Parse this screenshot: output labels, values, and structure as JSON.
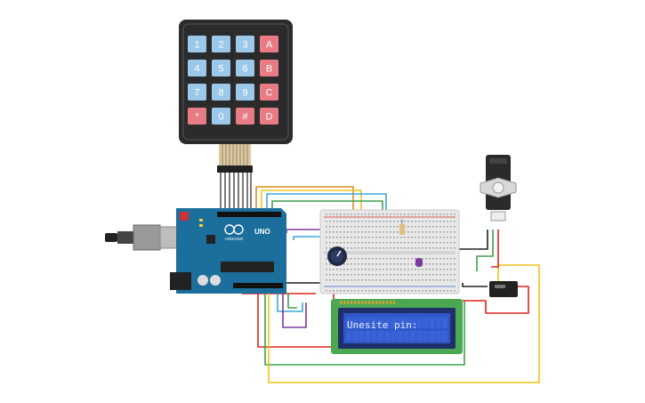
{
  "keypad": {
    "keys": [
      "1",
      "2",
      "3",
      "A",
      "4",
      "5",
      "6",
      "B",
      "7",
      "8",
      "9",
      "C",
      "*",
      "0",
      "#",
      "D"
    ],
    "key_color_numeric": "#9cc8ea",
    "key_color_special": "#e87c84",
    "body_color": "#2b2b2b"
  },
  "arduino": {
    "brand": "ARDUINO",
    "model": "UNO",
    "board_color": "#1c6e9c"
  },
  "lcd": {
    "text": "Unesite pin:",
    "screen_color": "#2f57c9",
    "frame_color": "#4aa852"
  },
  "wires": {
    "red": "#d9271c",
    "green": "#3ea04a",
    "yellow": "#f0c419",
    "orange": "#e08e1a",
    "blue": "#39a8d8",
    "purple": "#7a3aa0",
    "black": "#222222"
  }
}
